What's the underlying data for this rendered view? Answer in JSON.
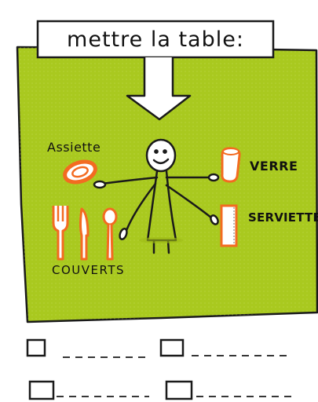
{
  "title": "mettre la table:",
  "labels": {
    "assiette": "Assiette",
    "verre": "VERRE",
    "serviette": "SERVIETTE",
    "couverts": "COUVERTS"
  },
  "checklist": {
    "rows": [
      {
        "items": [
          "",
          ""
        ]
      },
      {
        "items": [
          "",
          ""
        ]
      }
    ]
  },
  "colors": {
    "placemat": "#a9c91f",
    "accent": "#f36b21",
    "ink": "#111111"
  }
}
